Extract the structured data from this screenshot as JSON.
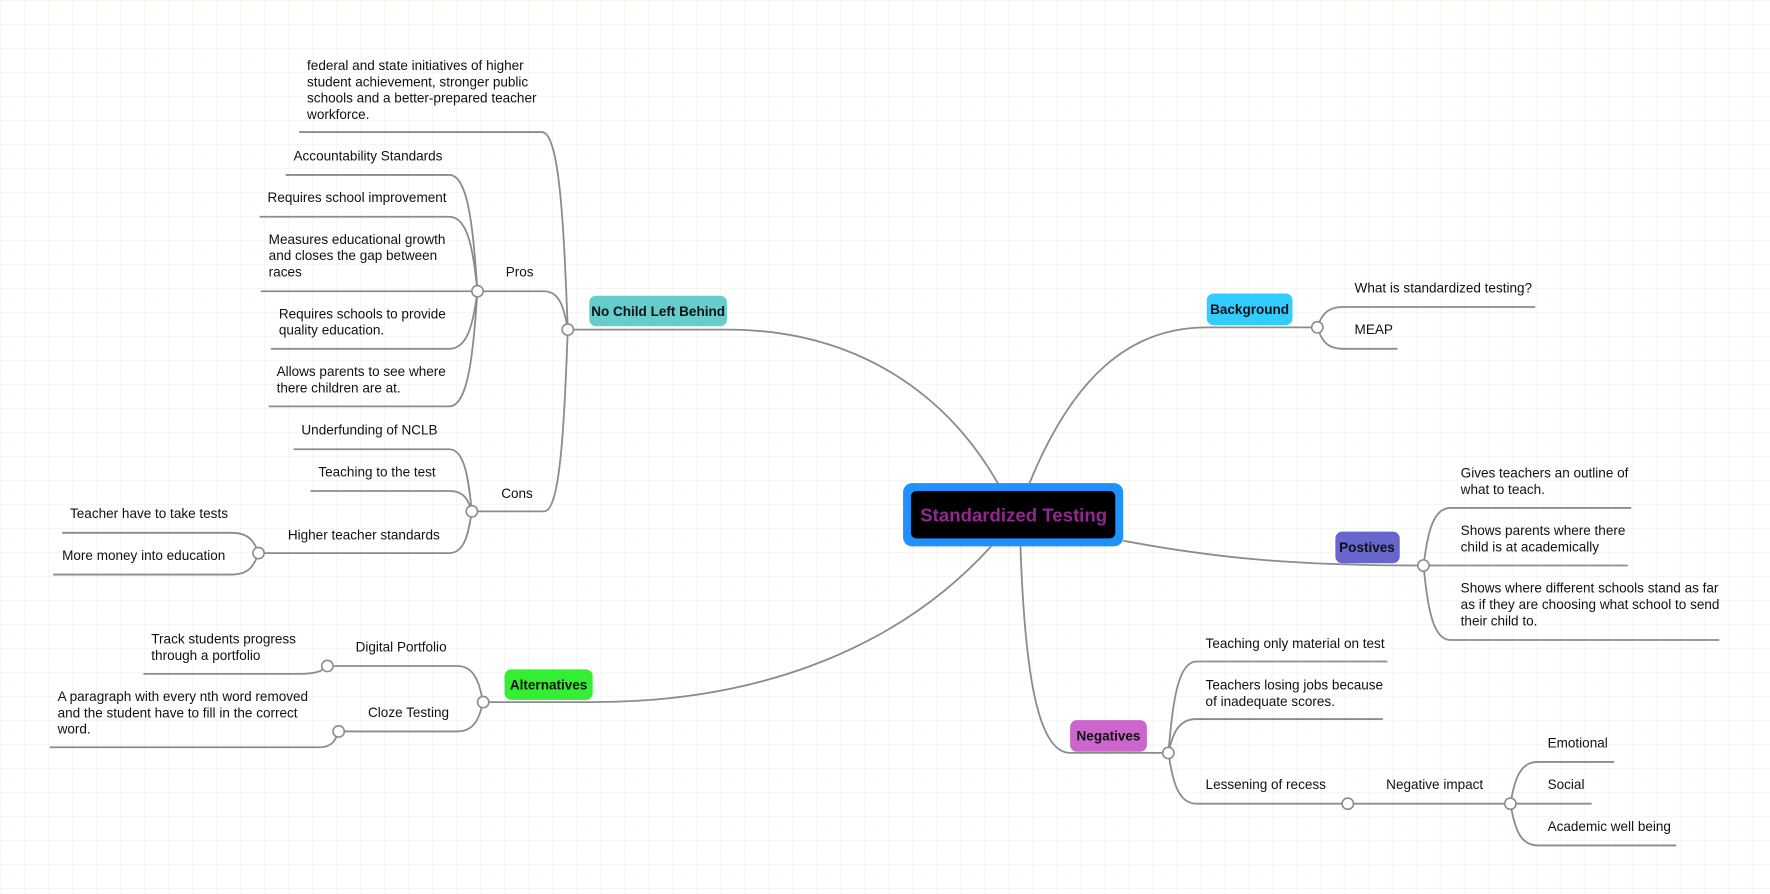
{
  "central": "Standardized Testing",
  "colors": {
    "central_border": "#1e90ff",
    "central_fill": "#000000",
    "central_text": "#93278f",
    "nclb": "#66cccc",
    "alternatives": "#33ee33",
    "background": "#33ccff",
    "positives": "#6666cc",
    "negatives": "#cc66cc",
    "grid": "#e9f1df"
  },
  "nclb": {
    "label": "No Child Left Behind",
    "intro": [
      "federal and state initiatives of higher",
      "student achievement, stronger public",
      "schools and a better-prepared teacher",
      "workforce."
    ],
    "pros": {
      "label": "Pros",
      "items": [
        [
          "Accountability Standards"
        ],
        [
          "Requires school improvement"
        ],
        [
          "Measures educational growth",
          "and closes the gap between",
          "races"
        ],
        [
          "Requires schools to provide",
          "quality education."
        ],
        [
          "Allows parents to see where",
          "there children are at."
        ]
      ]
    },
    "cons": {
      "label": "Cons",
      "items": [
        "Underfunding of NCLB",
        "Teaching to the test"
      ],
      "higher": {
        "label": "Higher teacher standards",
        "items": [
          "Teacher have to take tests",
          "More money into education"
        ]
      }
    }
  },
  "alternatives": {
    "label": "Alternatives",
    "digital": {
      "label": "Digital Portfolio",
      "detail": [
        "Track students progress",
        "through a portfolio"
      ]
    },
    "cloze": {
      "label": "Cloze Testing",
      "detail": [
        "A paragraph with every nth word removed",
        "and the student have to fill in the correct",
        "word."
      ]
    }
  },
  "background": {
    "label": "Background",
    "items": [
      "What is standardized testing?",
      "MEAP"
    ]
  },
  "positives": {
    "label": "Postives",
    "items": [
      [
        "Gives teachers an outline of",
        "what to teach."
      ],
      [
        "Shows parents where there",
        "child is at academically"
      ],
      [
        "Shows where different schools stand as far",
        "as if they are choosing what school to send",
        "their child to."
      ]
    ]
  },
  "negatives": {
    "label": "Negatives",
    "items": [
      [
        "Teaching only material on test"
      ],
      [
        "Teachers losing jobs because",
        "of inadequate scores."
      ]
    ],
    "recess": {
      "label": "Lessening of recess",
      "impact": {
        "label": "Negative impact",
        "items": [
          "Emotional",
          "Social",
          "Academic well being"
        ]
      }
    }
  }
}
